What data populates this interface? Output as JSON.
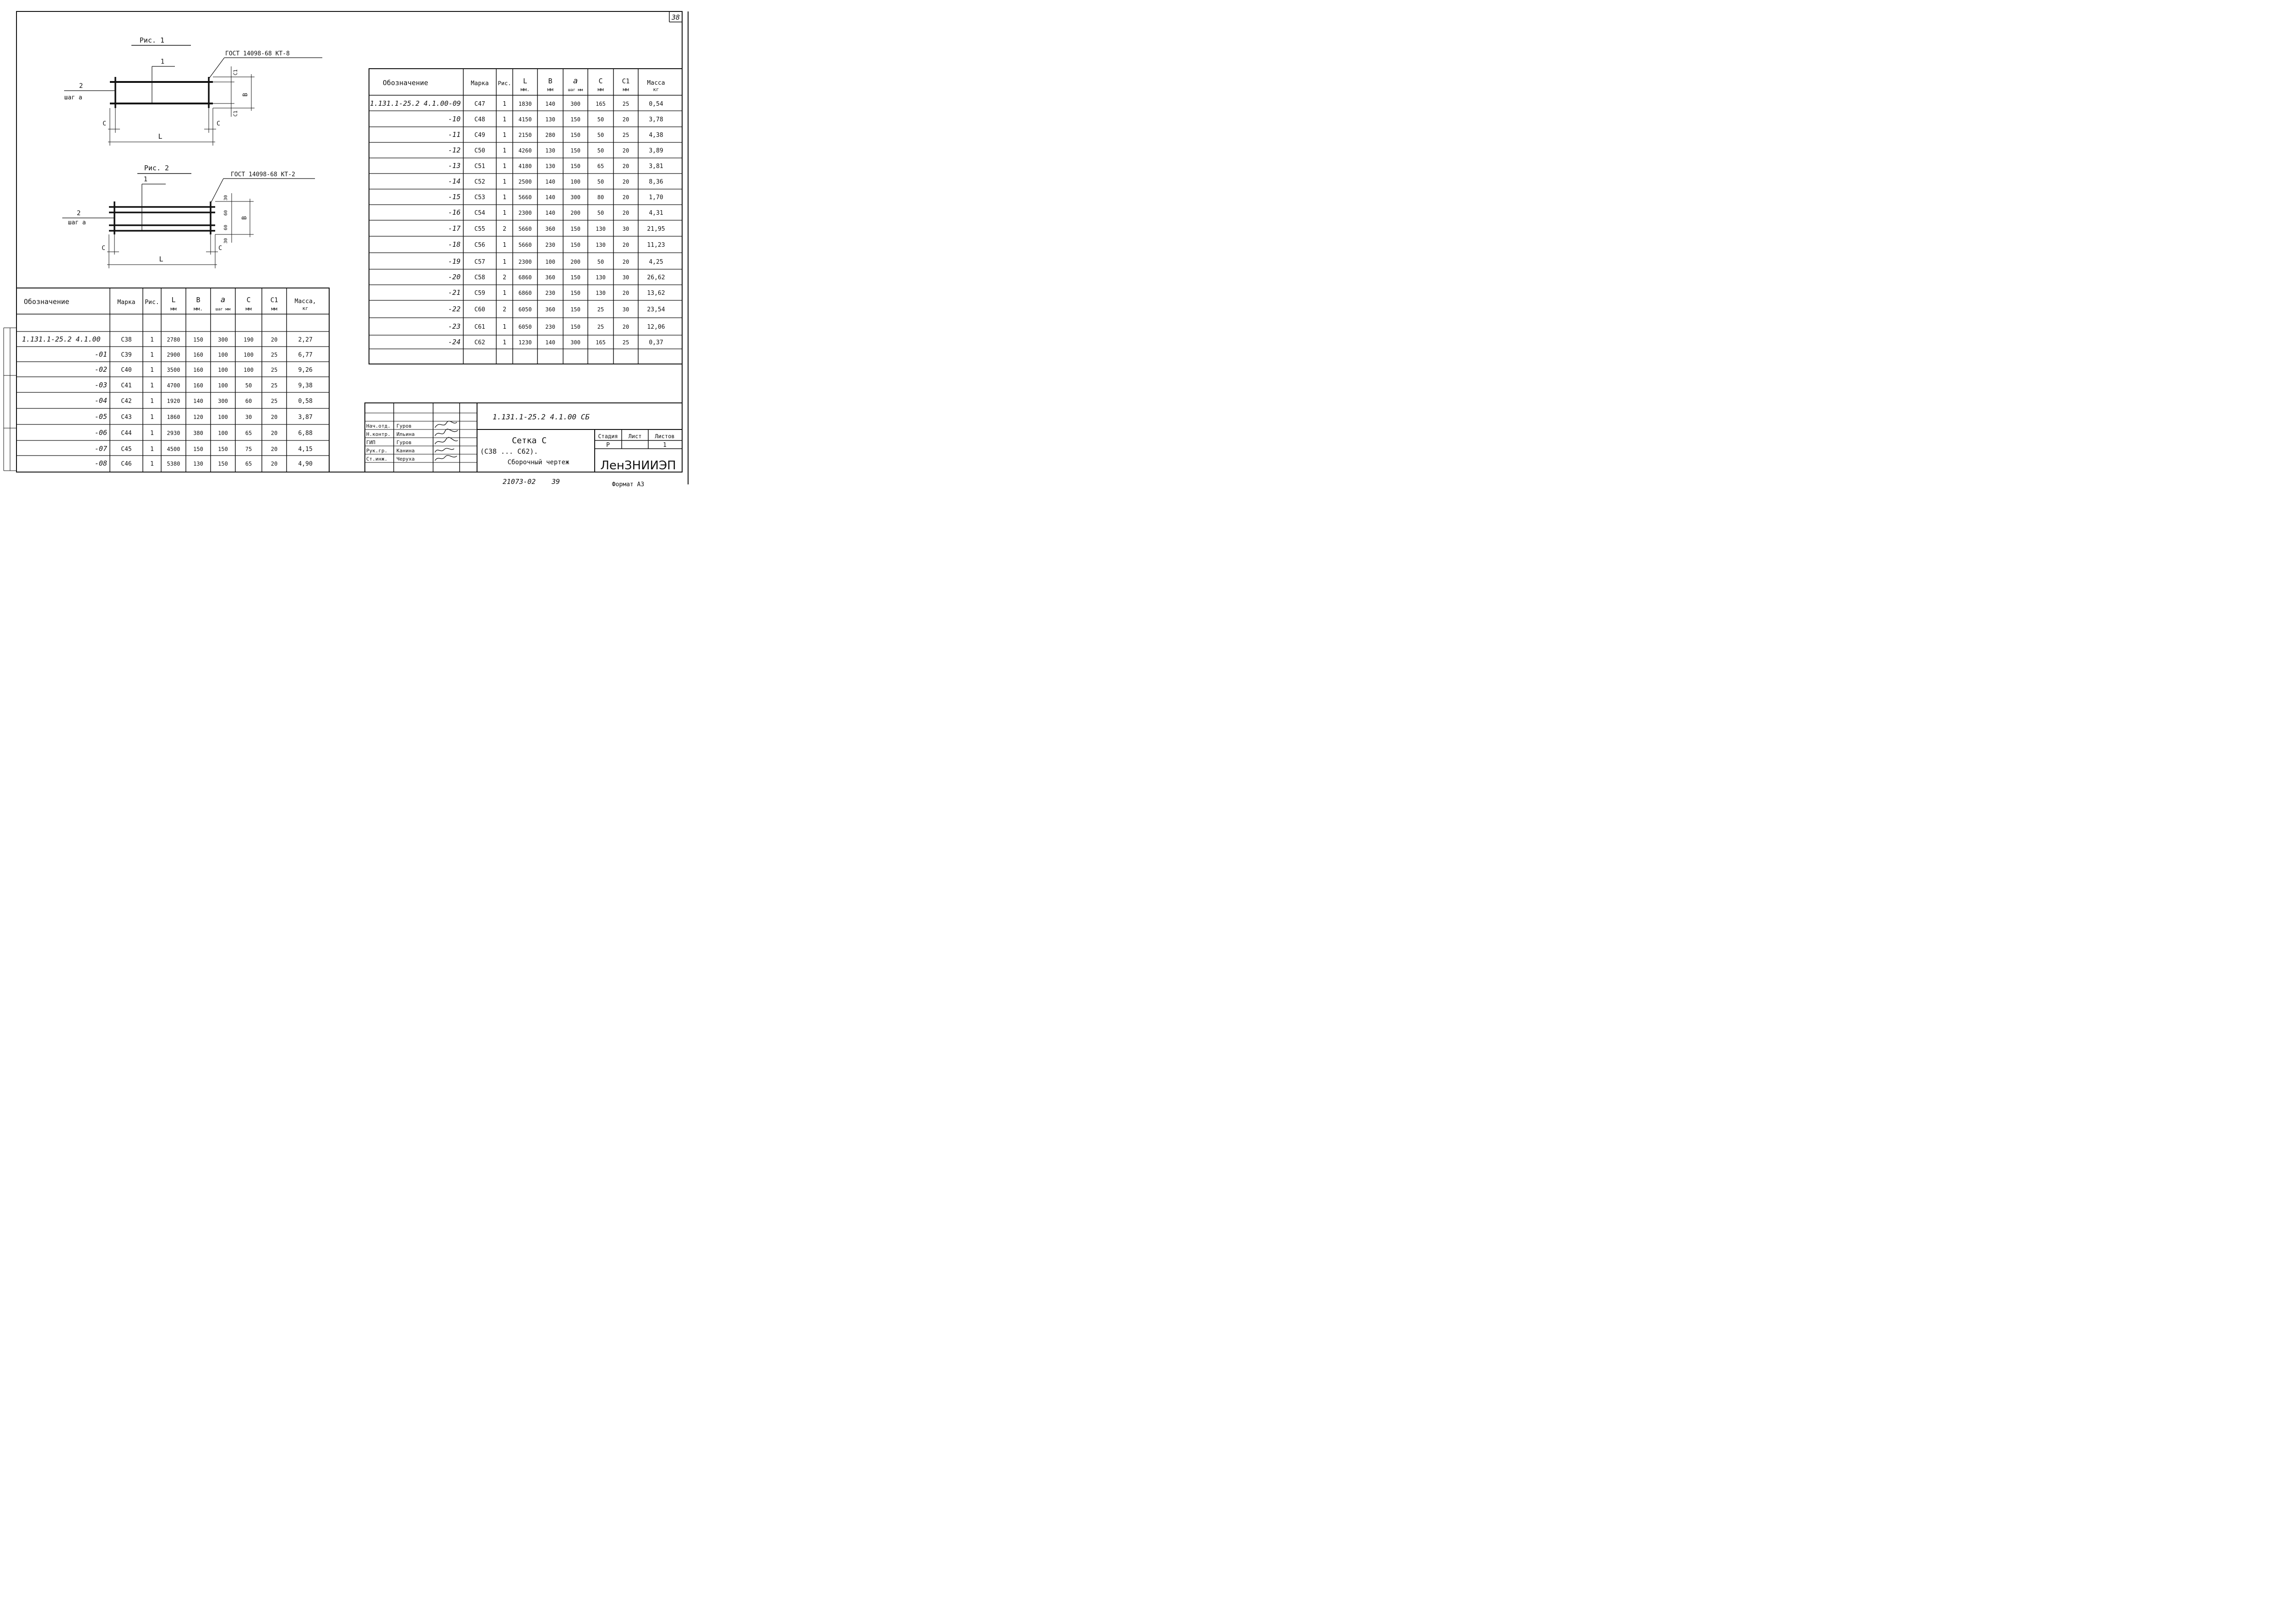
{
  "sheet_number": "38",
  "fig1": {
    "title": "Рис. 1",
    "gost": "ГОСТ 14098-68 КТ-8",
    "label_1": "1",
    "label_2": "2",
    "step_label": "шаг а",
    "dim_c": "С",
    "dim_c1": "С1",
    "dim_b": "В",
    "dim_l": "L"
  },
  "fig2": {
    "title": "Рис. 2",
    "gost": "ГОСТ 14098-68 КТ-2",
    "label_1": "1",
    "label_2": "2",
    "step_label": "шаг а",
    "dim_c": "С",
    "dim_30": "30",
    "dim_60": "60",
    "dim_b": "В",
    "dim_l": "L"
  },
  "table_headers": {
    "designation": "Обозначение",
    "mark": "Марка",
    "fig": "Рис.",
    "l": "L",
    "l_unit": "мм.",
    "l_unit_left": "мм",
    "b": "В",
    "b_unit": "мм",
    "b_unit_left": "мм.",
    "a": "а",
    "a_unit": "шаг мм",
    "c": "С",
    "c_unit": "мм",
    "c1": "С1",
    "c1_unit": "мм",
    "mass": "Масса",
    "mass_left": "Масса,",
    "mass_unit": "кг"
  },
  "left_table": [
    {
      "des": "1.131.1-25.2  4.1.00",
      "mark": "С38",
      "fig": "1",
      "l": "2780",
      "b": "150",
      "a": "300",
      "c": "190",
      "c1": "20",
      "mass": "2,27"
    },
    {
      "des": "-01",
      "mark": "С39",
      "fig": "1",
      "l": "2900",
      "b": "160",
      "a": "100",
      "c": "100",
      "c1": "25",
      "mass": "6,77"
    },
    {
      "des": "-02",
      "mark": "С40",
      "fig": "1",
      "l": "3500",
      "b": "160",
      "a": "100",
      "c": "100",
      "c1": "25",
      "mass": "9,26"
    },
    {
      "des": "-03",
      "mark": "С41",
      "fig": "1",
      "l": "4700",
      "b": "160",
      "a": "100",
      "c": "50",
      "c1": "25",
      "mass": "9,38"
    },
    {
      "des": "-04",
      "mark": "С42",
      "fig": "1",
      "l": "1920",
      "b": "140",
      "a": "300",
      "c": "60",
      "c1": "25",
      "mass": "0,58"
    },
    {
      "des": "-05",
      "mark": "С43",
      "fig": "1",
      "l": "1860",
      "b": "120",
      "a": "100",
      "c": "30",
      "c1": "20",
      "mass": "3,87"
    },
    {
      "des": "-06",
      "mark": "С44",
      "fig": "1",
      "l": "2930",
      "b": "380",
      "a": "100",
      "c": "65",
      "c1": "20",
      "mass": "6,88"
    },
    {
      "des": "-07",
      "mark": "С45",
      "fig": "1",
      "l": "4500",
      "b": "150",
      "a": "150",
      "c": "75",
      "c1": "20",
      "mass": "4,15"
    },
    {
      "des": "-08",
      "mark": "С46",
      "fig": "1",
      "l": "5380",
      "b": "130",
      "a": "150",
      "c": "65",
      "c1": "20",
      "mass": "4,90"
    }
  ],
  "right_table": [
    {
      "des": "1.131.1-25.2  4.1.00-09",
      "mark": "С47",
      "fig": "1",
      "l": "1830",
      "b": "140",
      "a": "300",
      "c": "165",
      "c1": "25",
      "mass": "0,54"
    },
    {
      "des": "-10",
      "mark": "С48",
      "fig": "1",
      "l": "4150",
      "b": "130",
      "a": "150",
      "c": "50",
      "c1": "20",
      "mass": "3,78"
    },
    {
      "des": "-11",
      "mark": "С49",
      "fig": "1",
      "l": "2150",
      "b": "280",
      "a": "150",
      "c": "50",
      "c1": "25",
      "mass": "4,38"
    },
    {
      "des": "-12",
      "mark": "С50",
      "fig": "1",
      "l": "4260",
      "b": "130",
      "a": "150",
      "c": "50",
      "c1": "20",
      "mass": "3,89"
    },
    {
      "des": "-13",
      "mark": "С51",
      "fig": "1",
      "l": "4180",
      "b": "130",
      "a": "150",
      "c": "65",
      "c1": "20",
      "mass": "3,81"
    },
    {
      "des": "-14",
      "mark": "С52",
      "fig": "1",
      "l": "2500",
      "b": "140",
      "a": "100",
      "c": "50",
      "c1": "20",
      "mass": "8,36"
    },
    {
      "des": "-15",
      "mark": "С53",
      "fig": "1",
      "l": "5660",
      "b": "140",
      "a": "300",
      "c": "80",
      "c1": "20",
      "mass": "1,70"
    },
    {
      "des": "-16",
      "mark": "С54",
      "fig": "1",
      "l": "2300",
      "b": "140",
      "a": "200",
      "c": "50",
      "c1": "20",
      "mass": "4,31"
    },
    {
      "des": "-17",
      "mark": "С55",
      "fig": "2",
      "l": "5660",
      "b": "360",
      "a": "150",
      "c": "130",
      "c1": "30",
      "mass": "21,95"
    },
    {
      "des": "-18",
      "mark": "С56",
      "fig": "1",
      "l": "5660",
      "b": "230",
      "a": "150",
      "c": "130",
      "c1": "20",
      "mass": "11,23"
    },
    {
      "des": "-19",
      "mark": "С57",
      "fig": "1",
      "l": "2300",
      "b": "100",
      "a": "200",
      "c": "50",
      "c1": "20",
      "mass": "4,25"
    },
    {
      "des": "-20",
      "mark": "С58",
      "fig": "2",
      "l": "6860",
      "b": "360",
      "a": "150",
      "c": "130",
      "c1": "30",
      "mass": "26,62"
    },
    {
      "des": "-21",
      "mark": "С59",
      "fig": "1",
      "l": "6860",
      "b": "230",
      "a": "150",
      "c": "130",
      "c1": "20",
      "mass": "13,62"
    },
    {
      "des": "-22",
      "mark": "С60",
      "fig": "2",
      "l": "6050",
      "b": "360",
      "a": "150",
      "c": "25",
      "c1": "30",
      "mass": "23,54"
    },
    {
      "des": "-23",
      "mark": "С61",
      "fig": "1",
      "l": "6050",
      "b": "230",
      "a": "150",
      "c": "25",
      "c1": "20",
      "mass": "12,06"
    },
    {
      "des": "-24",
      "mark": "С62",
      "fig": "1",
      "l": "1230",
      "b": "140",
      "a": "300",
      "c": "165",
      "c1": "25",
      "mass": "0,37"
    }
  ],
  "title_block": {
    "doc_code": "1.131.1-25.2  4.1.00 СБ",
    "name_line1": "Сетка С",
    "name_line2": "(С38 ... С62).",
    "name_line3": "Сборочный чертеж",
    "stage_label": "Стадия",
    "sheet_label": "Лист",
    "sheets_label": "Листов",
    "stage_value": "Р",
    "sheets_value": "1",
    "org": "ЛенЗНИИЭП",
    "signers": [
      {
        "role": "Нач.отд.",
        "name": "Гуров"
      },
      {
        "role": "Н.контр.",
        "name": "Ильина"
      },
      {
        "role": "ГИП",
        "name": "Гуров"
      },
      {
        "role": "Рук.гр.",
        "name": "Канина"
      },
      {
        "role": "Ст.инж.",
        "name": "Черуха"
      }
    ]
  },
  "footer": {
    "inventory": "21073-02",
    "page": "39",
    "format": "Формат А3"
  }
}
